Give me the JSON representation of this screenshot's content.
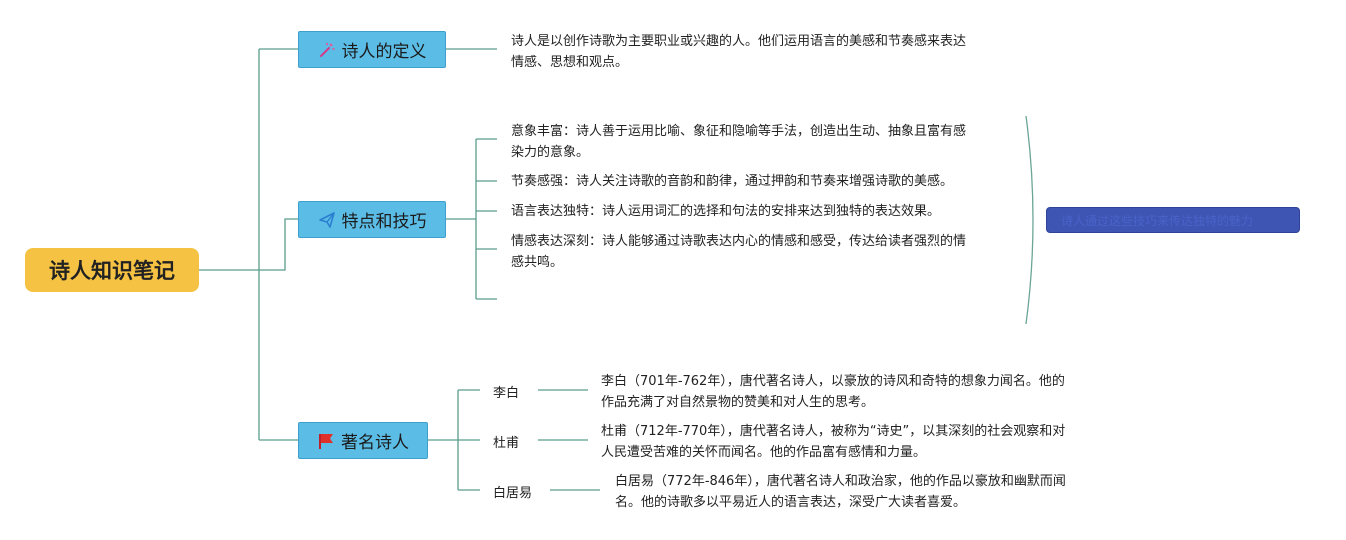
{
  "root": {
    "title": "诗人知识笔记"
  },
  "branches": [
    {
      "label": "诗人的定义",
      "icon": "sparkle-wand-icon",
      "items": [
        {
          "line1": "诗人是以创作诗歌为主要职业或兴趣的人。他们运用语言的美感和节奏感来表达",
          "line2": "情感、思想和观点。"
        }
      ]
    },
    {
      "label": "特点和技巧",
      "icon": "paper-plane-icon",
      "items": [
        {
          "line1": "意象丰富：诗人善于运用比喻、象征和隐喻等手法，创造出生动、抽象且富有感",
          "line2": "染力的意象。"
        },
        {
          "line1": "节奏感强：诗人关注诗歌的音韵和韵律，通过押韵和节奏来增强诗歌的美感。"
        },
        {
          "line1": "语言表达独特：诗人运用词汇的选择和句法的安排来达到独特的表达效果。"
        },
        {
          "line1": "情感表达深刻：诗人能够通过诗歌表达内心的情感和感受，传达给读者强烈的情",
          "line2": "感共鸣。"
        }
      ],
      "summary": "诗人通过这些技巧来传达独特的魅力"
    },
    {
      "label": "著名诗人",
      "icon": "red-flag-icon",
      "poets": [
        {
          "name": "李白",
          "line1": "李白（701年-762年），唐代著名诗人，以豪放的诗风和奇特的想象力闻名。他的",
          "line2": "作品充满了对自然景物的赞美和对人生的思考。"
        },
        {
          "name": "杜甫",
          "line1": "杜甫（712年-770年），唐代著名诗人，被称为“诗史”，以其深刻的社会观察和对",
          "line2": "人民遭受苦难的关怀而闻名。他的作品富有感情和力量。"
        },
        {
          "name": "白居易",
          "line1": "白居易（772年-846年），唐代著名诗人和政治家，他的作品以豪放和幽默而闻",
          "line2": "名。他的诗歌多以平易近人的语言表达，深受广大读者喜爱。"
        }
      ]
    }
  ],
  "colors": {
    "root_fill": "#f5c243",
    "branch_fill": "#5bbde6",
    "connector": "#5a9e8c",
    "summary_fill": "#3e55b4"
  }
}
